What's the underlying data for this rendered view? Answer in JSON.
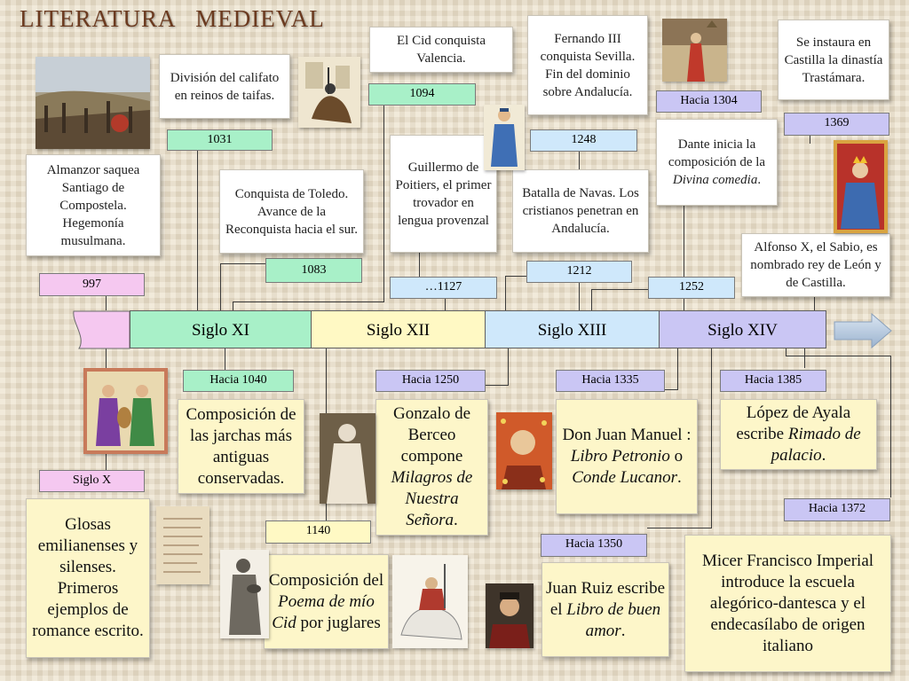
{
  "title": "LITERATURA   MEDIEVAL",
  "centuries": [
    "Siglo XI",
    "Siglo XII",
    "Siglo XIII",
    "Siglo XIV"
  ],
  "events_top": {
    "e997": {
      "date": "997",
      "text": "Almanzor saquea Santiago de Compostela. Hegemonía musulmana."
    },
    "e1031": {
      "date": "1031",
      "text": "División del califato en reinos de taifas."
    },
    "e1083": {
      "date": "1083",
      "text": "Conquista de Toledo. Avance de la Reconquista hacia el sur."
    },
    "e1094": {
      "date": "1094",
      "text": "El Cid conquista Valencia."
    },
    "e1127": {
      "date": "…1127",
      "text": "Guillermo de Poitiers, el primer trovador en lengua provenzal"
    },
    "e1212": {
      "date": "1212",
      "text": "Batalla de Navas. Los cristianos penetran en Andalucía."
    },
    "e1248": {
      "date": "1248",
      "text": "Fernando III conquista Sevilla. Fin del dominio sobre Andalucía."
    },
    "e1304": {
      "date": "Hacia 1304",
      "text_before": "Dante inicia la composición de la ",
      "text_em": "Divina comedia",
      "text_after": "."
    },
    "e1252": {
      "date": "1252",
      "text": "Alfonso X, el Sabio, es nombrado  rey de León y de Castilla."
    },
    "e1369": {
      "date": "1369",
      "text": "Se instaura en Castilla la dinastía Trastámara."
    }
  },
  "events_bottom": {
    "sigloX": {
      "date": "Siglo X",
      "text": "Glosas emilianenses y silenses. Primeros ejemplos de romance escrito."
    },
    "h1040": {
      "date": "Hacia 1040",
      "text": "Composición de las jarchas más antiguas conservadas."
    },
    "e1140": {
      "date": "1140",
      "text_before": "Composición del ",
      "text_em": "Poema de mío Cid",
      "text_after": " por juglares"
    },
    "h1250": {
      "date": "Hacia 1250",
      "text_before": "Gonzalo de Berceo compone ",
      "text_em": "Milagros de Nuestra Señora",
      "text_after": "."
    },
    "h1335": {
      "date": "Hacia 1335",
      "text_before": "Don Juan Manuel :  ",
      "text_em1": "Libro Petronio",
      "text_mid": " o ",
      "text_em2": "Conde Lucanor",
      "text_after": "."
    },
    "h1350": {
      "date": "Hacia 1350",
      "text_before": "Juan Ruiz escribe el ",
      "text_em": "Libro de buen amor",
      "text_after": "."
    },
    "h1385": {
      "date": "Hacia 1385",
      "text_before": "López de Ayala escribe  ",
      "text_em": "Rimado de palacio",
      "text_after": "."
    },
    "h1372": {
      "date": "Hacia 1372",
      "text": "Micer Francisco Imperial introduce la escuela alegórico-dantesca y el endecasílabo de origen italiano"
    }
  },
  "colors": {
    "siglo_xi": "#a8f0c8",
    "siglo_xii": "#fff9c4",
    "siglo_xiii": "#cfe8fb",
    "siglo_xiv": "#cac6f4",
    "siglo_x": "#f5c8f0",
    "title": "#6b3a1f"
  }
}
